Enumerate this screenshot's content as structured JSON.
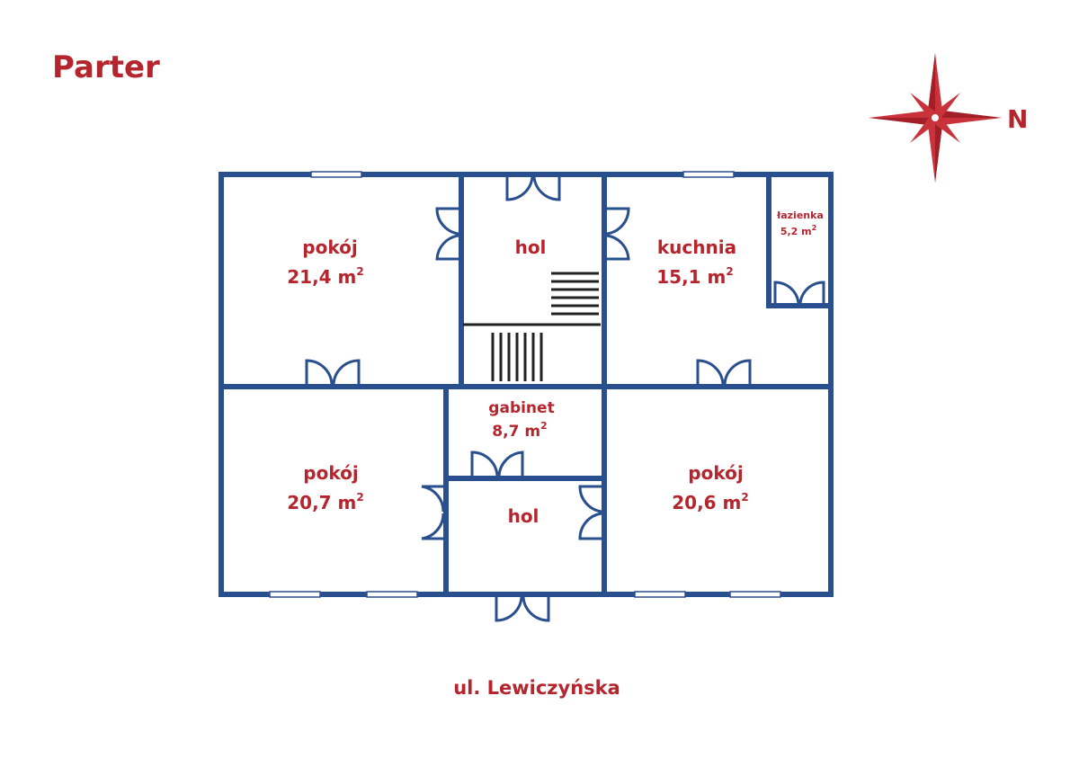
{
  "title": "Parter",
  "compass": {
    "label": "N"
  },
  "street": "ul. Lewiczyńska",
  "rooms": [
    {
      "id": "pokoj-nw",
      "name": "pokój",
      "area": "21,4 m"
    },
    {
      "id": "hol-top",
      "name": "hol"
    },
    {
      "id": "kuchnia",
      "name": "kuchnia",
      "area": "15,1 m"
    },
    {
      "id": "lazienka",
      "name": "łazienka",
      "area": "5,2 m"
    },
    {
      "id": "gabinet",
      "name": "gabinet",
      "area": "8,7 m"
    },
    {
      "id": "pokoj-sw",
      "name": "pokój",
      "area": "20,7 m"
    },
    {
      "id": "hol-bottom",
      "name": "hol"
    },
    {
      "id": "pokoj-se",
      "name": "pokój",
      "area": "20,6 m"
    }
  ],
  "area_unit_exponent": "2",
  "colors": {
    "wall": "#2a4f8f",
    "accent": "#b5252e",
    "window": "#ffffff"
  }
}
